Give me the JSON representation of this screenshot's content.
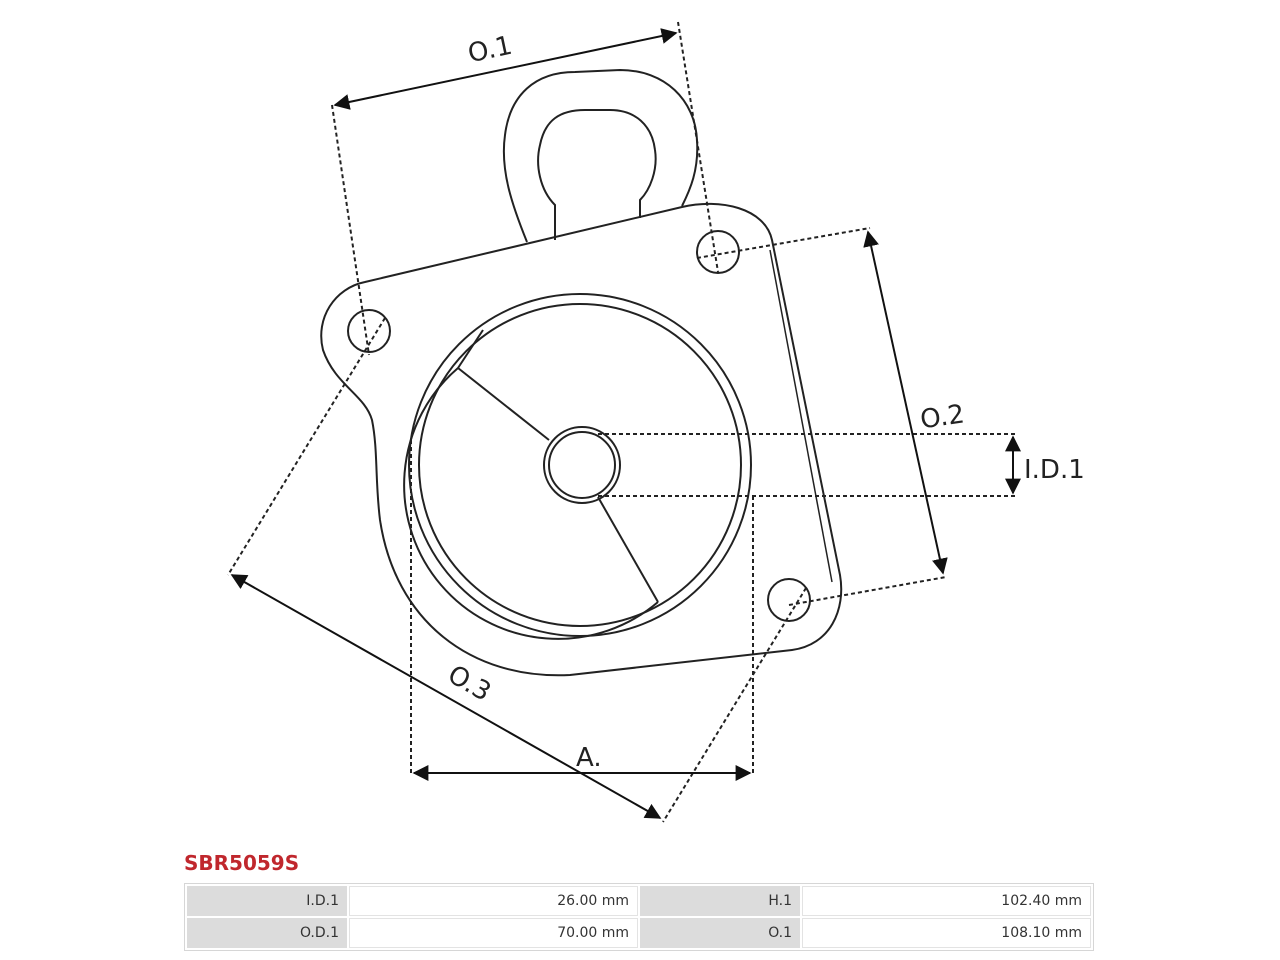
{
  "diagram": {
    "labels": {
      "o1": "O.1",
      "o2": "O.2",
      "o3": "O.3",
      "id1": "I.D.1",
      "a": "A."
    }
  },
  "product": {
    "code": "SBR5059S"
  },
  "specs": {
    "rows": [
      {
        "key1": "I.D.1",
        "value1": "26.00 mm",
        "key2": "H.1",
        "value2": "102.40  mm"
      },
      {
        "key1": "O.D.1",
        "value1": "70.00  mm",
        "key2": "O.1",
        "value2": "108.10  mm"
      }
    ]
  }
}
